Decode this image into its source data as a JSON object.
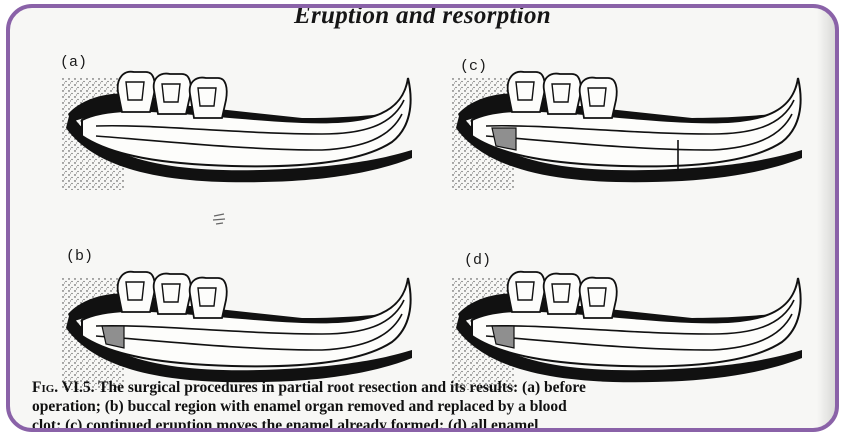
{
  "page": {
    "title": "Eruption and resorption"
  },
  "panels": [
    {
      "id": "a",
      "label": "(a)"
    },
    {
      "id": "b",
      "label": "(b)"
    },
    {
      "id": "c",
      "label": "(c)"
    },
    {
      "id": "d",
      "label": "(d)"
    }
  ],
  "caption": {
    "fig_number": "Fig. VI.5.",
    "line1_rest": " The surgical procedures in partial root resection and its results: (a) before",
    "line2": "operation; (b) buccal region with enamel organ removed and replaced by a blood",
    "line3": "clot; (c) continued eruption moves the enamel already formed; (d) all enamel"
  },
  "colors": {
    "frame_border": "#8a62a8",
    "ink": "#111111",
    "paper": "#f7f7f5",
    "resected_region": "#8f8f8f"
  }
}
